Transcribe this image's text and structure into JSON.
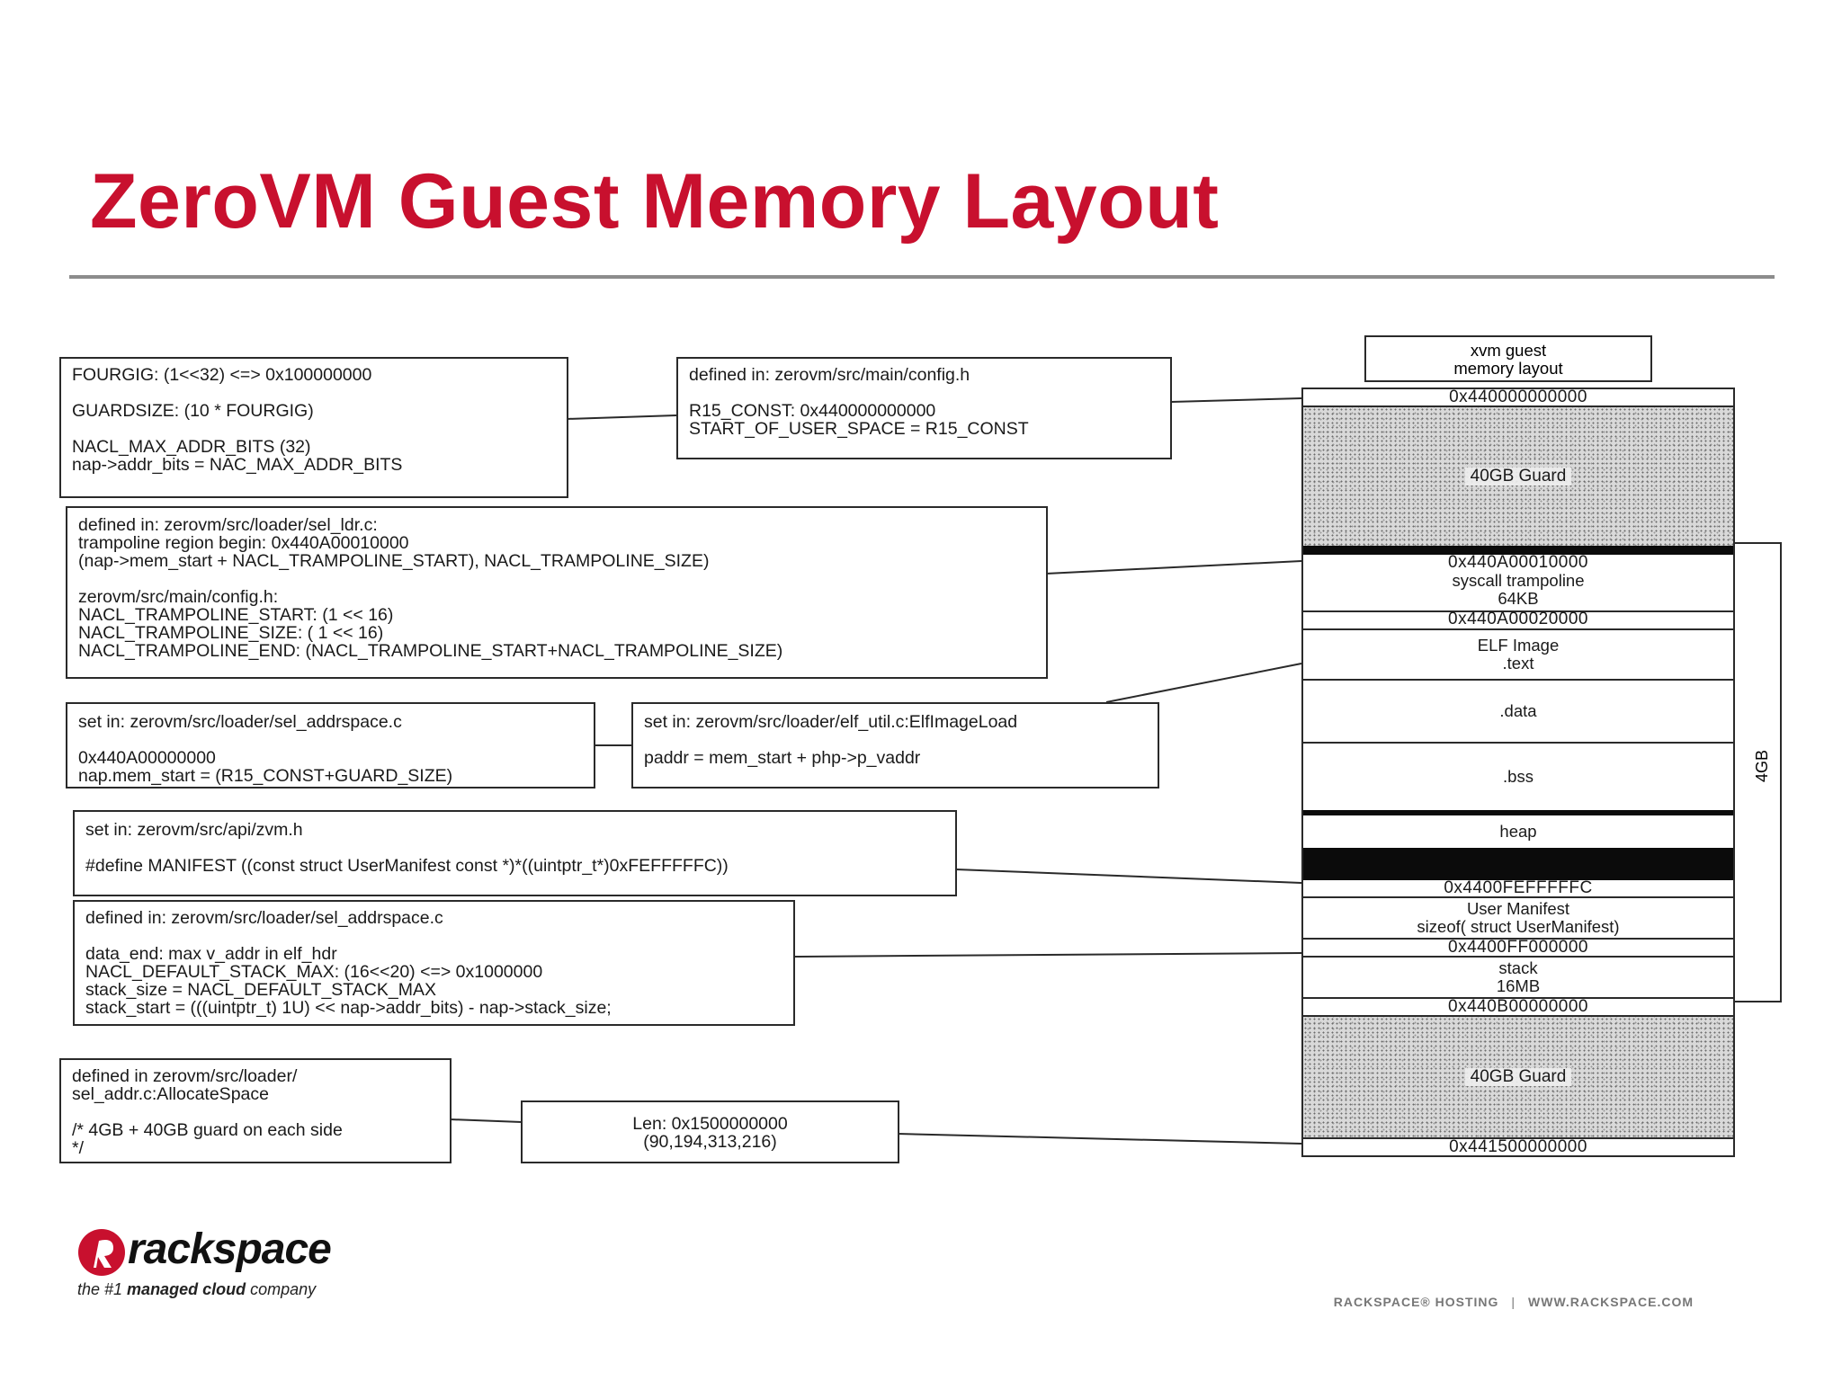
{
  "slide": {
    "title": "ZeroVM Guest Memory Layout"
  },
  "boxes": {
    "fourgig": [
      "FOURGIG: (1<<32) <=> 0x100000000",
      "",
      "GUARDSIZE: (10 * FOURGIG)",
      "",
      "NACL_MAX_ADDR_BITS (32)",
      "nap->addr_bits = NAC_MAX_ADDR_BITS"
    ],
    "config": [
      "defined in: zerovm/src/main/config.h",
      "",
      "R15_CONST: 0x440000000000",
      "START_OF_USER_SPACE = R15_CONST"
    ],
    "trampoline": [
      "defined in: zerovm/src/loader/sel_ldr.c:",
      "trampoline region begin: 0x440A00010000",
      "(nap->mem_start + NACL_TRAMPOLINE_START), NACL_TRAMPOLINE_SIZE)",
      "",
      "zerovm/src/main/config.h:",
      "NACL_TRAMPOLINE_START: (1 << 16)",
      "NACL_TRAMPOLINE_SIZE: ( 1 << 16)",
      "NACL_TRAMPOLINE_END: (NACL_TRAMPOLINE_START+NACL_TRAMPOLINE_SIZE)"
    ],
    "addrspace": [
      "set in: zerovm/src/loader/sel_addrspace.c",
      "",
      "0x440A00000000",
      "nap.mem_start = (R15_CONST+GUARD_SIZE)"
    ],
    "elfutil": [
      "set in: zerovm/src/loader/elf_util.c:ElfImageLoad",
      "",
      "paddr = mem_start + php->p_vaddr"
    ],
    "manifest": [
      "set in: zerovm/src/api/zvm.h",
      "",
      "#define MANIFEST ((const struct UserManifest const *)*((uintptr_t*)0xFEFFFFFC))"
    ],
    "stack": [
      "defined in: zerovm/src/loader/sel_addrspace.c",
      "",
      "data_end: max v_addr in elf_hdr",
      "NACL_DEFAULT_STACK_MAX: (16<<20) <=> 0x1000000",
      "stack_size = NACL_DEFAULT_STACK_MAX",
      "stack_start = (((uintptr_t) 1U) << nap->addr_bits) - nap->stack_size;"
    ],
    "allocate": [
      "defined in zerovm/src/loader/",
      "sel_addr.c:AllocateSpace",
      "",
      "/* 4GB + 40GB guard on each side",
      "*/"
    ],
    "len": [
      "Len: 0x1500000000",
      "(90,194,313,216)"
    ]
  },
  "memory": {
    "header": [
      "xvm guest",
      "memory layout"
    ],
    "segments": {
      "addr_top": "0x440000000000",
      "guard_top": "40GB Guard",
      "addr_trampoline": "0x440A00010000",
      "trampoline": [
        "syscall trampoline",
        "64KB"
      ],
      "addr_elf": "0x440A00020000",
      "elf": [
        "ELF Image",
        ".text"
      ],
      "data": ".data",
      "bss": ".bss",
      "heap": "heap",
      "addr_manifest": "0x4400FEFFFFFC",
      "manifest": [
        "User Manifest",
        "sizeof( struct UserManifest)"
      ],
      "addr_stack": "0x4400FF000000",
      "stack": [
        "stack",
        "16MB"
      ],
      "addr_guard_bottom": "0x440B00000000",
      "guard_bottom": "40GB Guard",
      "addr_end": "0x441500000000"
    },
    "bracket_label": "4GB"
  },
  "logo": {
    "wordmark": "rackspace",
    "tag_prefix": "the #1 ",
    "tag_bold": "managed cloud",
    "tag_suffix": " company"
  },
  "footer": {
    "left": "RACKSPACE® HOSTING",
    "separator": "|",
    "right": "WWW.RACKSPACE.COM"
  },
  "colors": {
    "title_red": "#c8102e",
    "rule_gray": "#8c8c8c",
    "logo_red": "#c8102e"
  }
}
